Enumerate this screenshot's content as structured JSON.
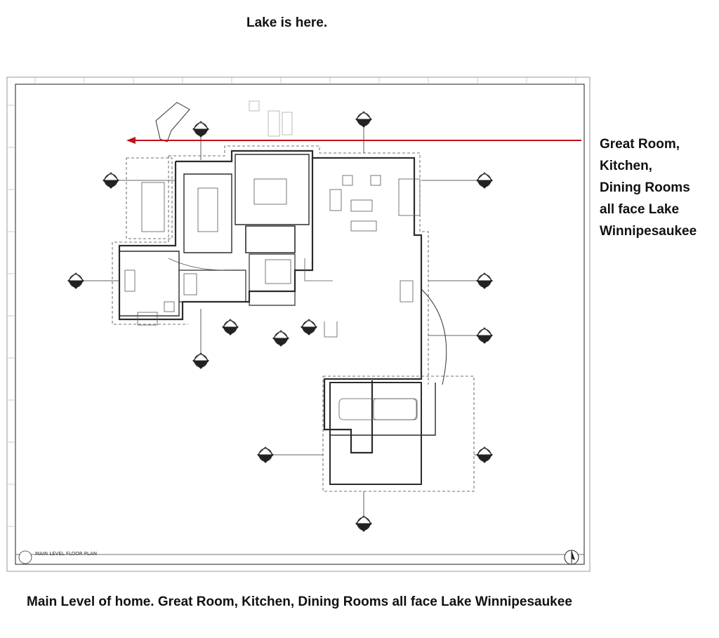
{
  "annotations": {
    "top": "Lake is here.",
    "side_lines": [
      "Great Room,",
      "Kitchen,",
      "Dining Rooms",
      "all face Lake",
      "Winnipesaukee"
    ],
    "bottom": "Main Level of home.  Great Room, Kitchen, Dining Rooms all face Lake Winnipesaukee"
  },
  "plan": {
    "title": "MAIN LEVEL FLOOR PLAN",
    "arrow_color": "#c0111a",
    "line_color": "#2b2b2b"
  }
}
